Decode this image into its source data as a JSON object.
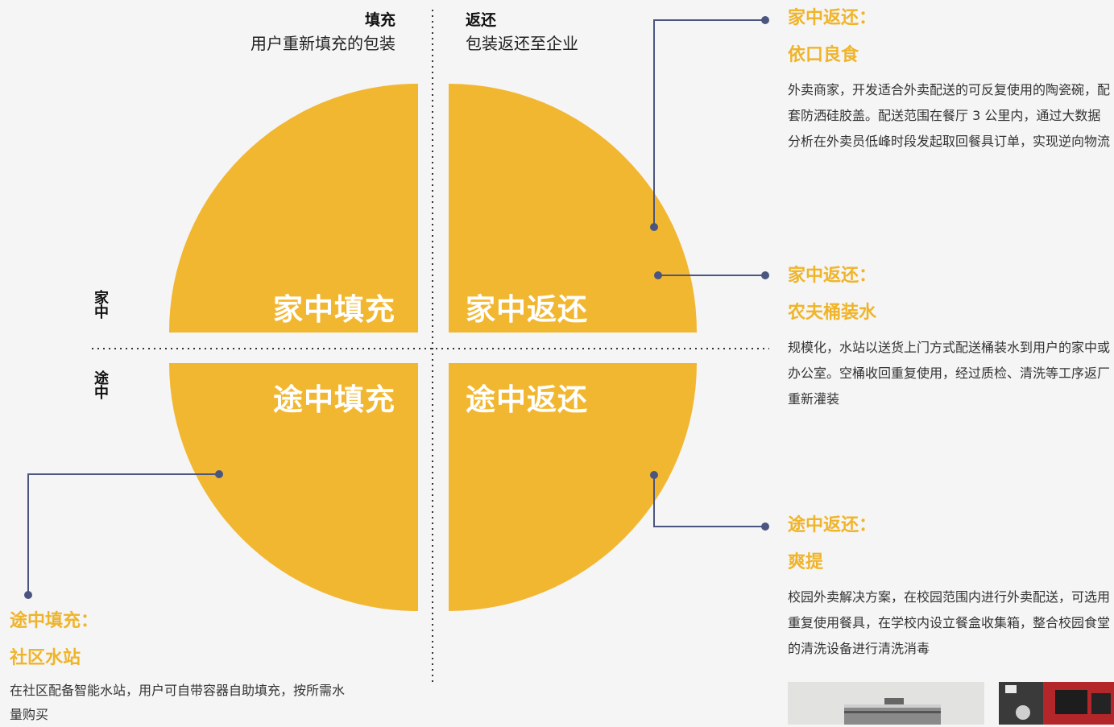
{
  "colors": {
    "background": "#f5f5f5",
    "quadrant_fill": "#f2b731",
    "connector": "#4a5680",
    "accent_text": "#f0b429",
    "divider": "#333333"
  },
  "columns": {
    "refill": {
      "title": "填充",
      "subtitle": "用户重新填充的包装"
    },
    "return": {
      "title": "返还",
      "subtitle": "包装返还至企业"
    }
  },
  "rows": {
    "home": "家中",
    "onthego": "途中"
  },
  "quadrants": {
    "home_refill": "家中填充",
    "home_return": "家中返还",
    "go_refill": "途中填充",
    "go_return": "途中返还"
  },
  "cases": {
    "yikou": {
      "category": "家中返还：",
      "name": "依口良食",
      "description": "外卖商家，开发适合外卖配送的可反复使用的陶瓷碗，配套防洒硅胶盖。配送范围在餐厅 3 公里内，通过大数据分析在外卖员低峰时段发起取回餐具订单，实现逆向物流"
    },
    "nongfu": {
      "category": "家中返还：",
      "name": "农夫桶装水",
      "description": "规模化，水站以送货上门方式配送桶装水到用户的家中或办公室。空桶收回重复使用，经过质检、清洗等工序返厂重新灌装"
    },
    "shuangti": {
      "category": "途中返还：",
      "name": "爽提",
      "description": "校园外卖解决方案，在校园范围内进行外卖配送，可选用重复使用餐具，在学校内设立餐盒收集箱，整合校园食堂的清洗设备进行清洗消毒"
    },
    "shequ": {
      "category": "途中填充：",
      "name": "社区水站",
      "description": "在社区配备智能水站，用户可自带容器自助填充，按所需水量购买"
    }
  },
  "icons": {
    "connector_dot": "dot-icon",
    "photo_left": "collection-box-photo",
    "photo_right": "tableware-case-photo"
  }
}
